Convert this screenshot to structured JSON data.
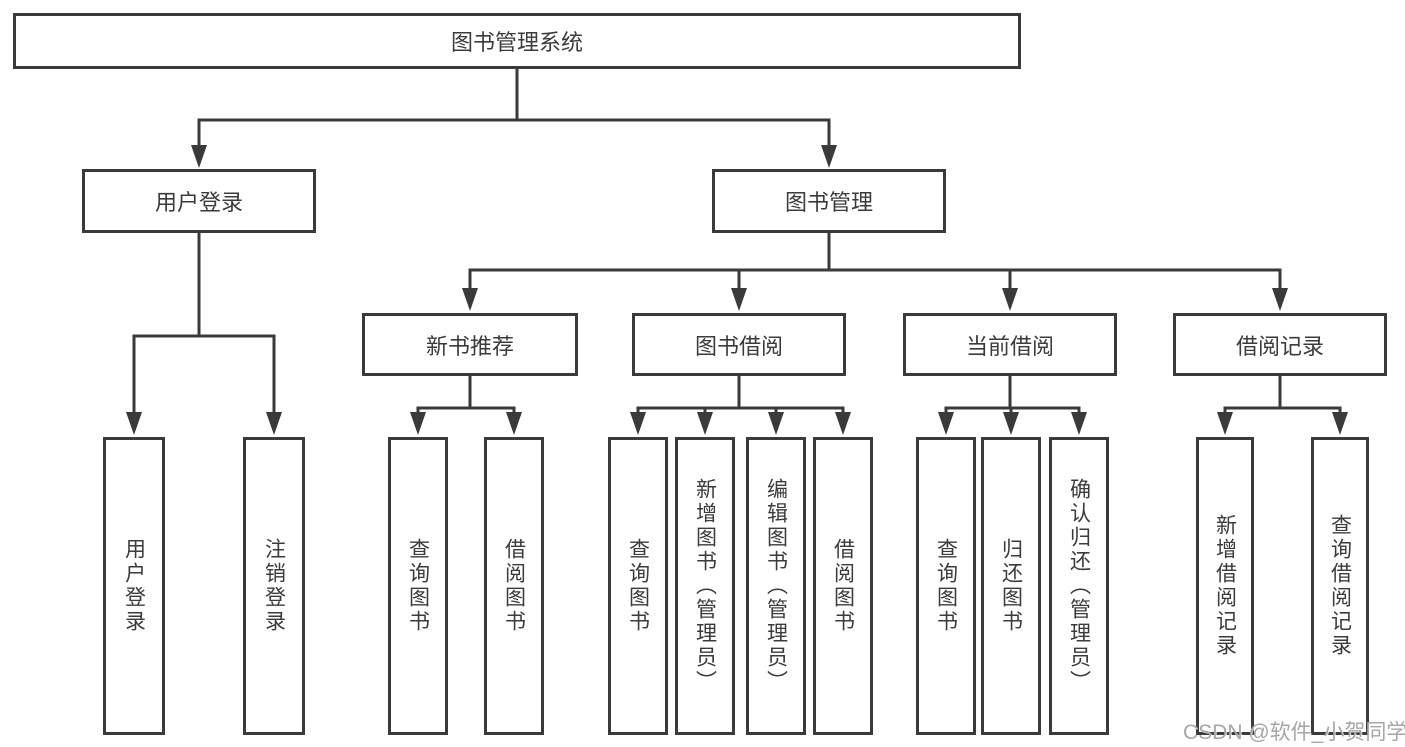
{
  "diagram": {
    "root": {
      "label": "图书管理系统"
    },
    "branches": [
      {
        "label": "用户登录",
        "children": [
          {
            "label": "用户登录"
          },
          {
            "label": "注销登录"
          }
        ]
      },
      {
        "label": "图书管理",
        "groups": [
          {
            "label": "新书推荐",
            "children": [
              {
                "label": "查询图书"
              },
              {
                "label": "借阅图书"
              }
            ]
          },
          {
            "label": "图书借阅",
            "children": [
              {
                "label": "查询图书"
              },
              {
                "label": "新增图书（管理员）"
              },
              {
                "label": "编辑图书（管理员）"
              },
              {
                "label": "借阅图书"
              }
            ]
          },
          {
            "label": "当前借阅",
            "children": [
              {
                "label": "查询图书"
              },
              {
                "label": "归还图书"
              },
              {
                "label": "确认归还（管理员）"
              }
            ]
          },
          {
            "label": "借阅记录",
            "children": [
              {
                "label": "新增借阅记录"
              },
              {
                "label": "查询借阅记录"
              }
            ]
          }
        ]
      }
    ]
  },
  "watermark": {
    "text": "CSDN @软件_小贺同学"
  },
  "colors": {
    "line": "#3a3a3a",
    "text": "#3b3b3b",
    "box_background": "#ffffff",
    "watermark": "#a6a6a6"
  }
}
